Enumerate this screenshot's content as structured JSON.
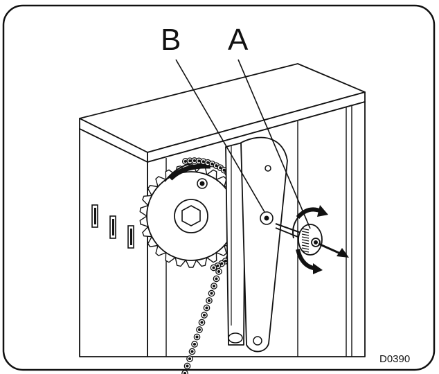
{
  "callouts": {
    "b": "B",
    "a": "A"
  },
  "figure_code": "D0390",
  "colors": {
    "ink": "#111111",
    "paper": "#ffffff"
  }
}
